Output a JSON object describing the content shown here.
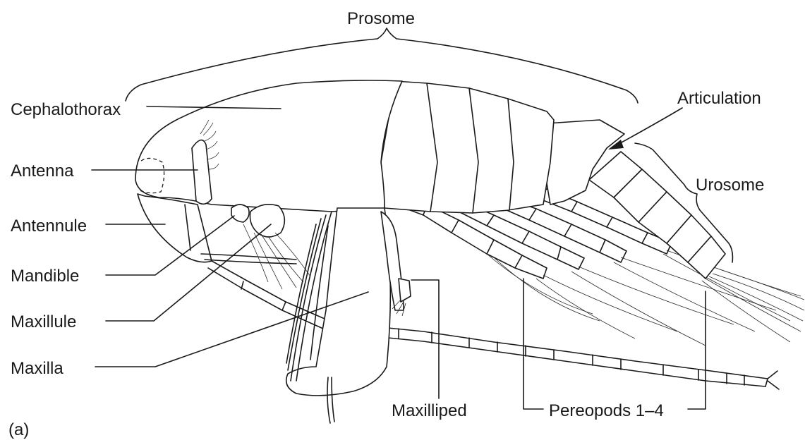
{
  "figure": {
    "panel_label": "(a)",
    "labels": {
      "prosome": "Prosome",
      "urosome": "Urosome",
      "articulation": "Articulation",
      "cephalothorax": "Cephalothorax",
      "antenna": "Antenna",
      "antennule": "Antennule",
      "mandible": "Mandible",
      "maxillule": "Maxillule",
      "maxilla": "Maxilla",
      "maxilliped": "Maxilliped",
      "pereopods": "Pereopods 1–4"
    }
  }
}
